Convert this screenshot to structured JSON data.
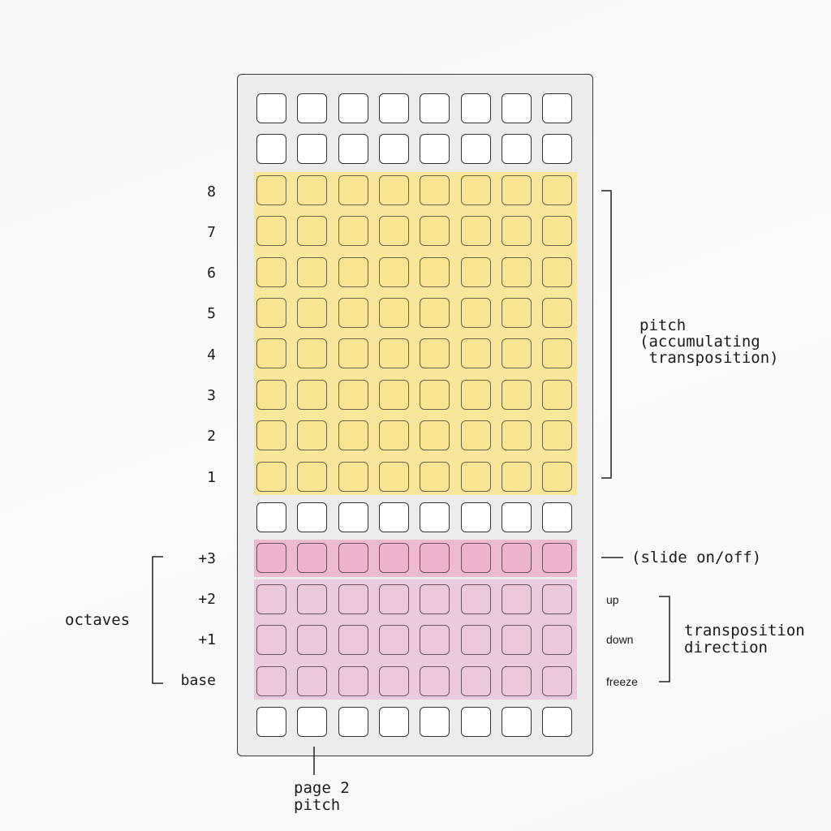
{
  "pitch_row_labels": [
    "8",
    "7",
    "6",
    "5",
    "4",
    "3",
    "2",
    "1"
  ],
  "octave_row_labels": [
    "+3",
    "+2",
    "+1",
    "base"
  ],
  "annotations": {
    "pitch_line1": "pitch",
    "pitch_line2": "(accumulating",
    "pitch_line3": " transposition)",
    "slide": "(slide on/off)",
    "transposition_line1": "transposition",
    "transposition_line2": "direction",
    "octaves": "octaves",
    "page_line1": "page 2",
    "page_line2": "pitch"
  },
  "direction_labels": {
    "up": "up",
    "down": "down",
    "freeze": "freeze"
  },
  "grid": {
    "columns": 8,
    "rows": 16,
    "row_roles": [
      "empty",
      "empty",
      "pitch",
      "pitch",
      "pitch",
      "pitch",
      "pitch",
      "pitch",
      "pitch",
      "pitch",
      "empty",
      "slide",
      "direction",
      "direction",
      "direction",
      "empty"
    ]
  },
  "colors": {
    "pitch_zone": "#f8e79a",
    "slide_zone": "#eebad2",
    "direction_zone": "#ebcadf",
    "empty_key": "#ffffff"
  }
}
